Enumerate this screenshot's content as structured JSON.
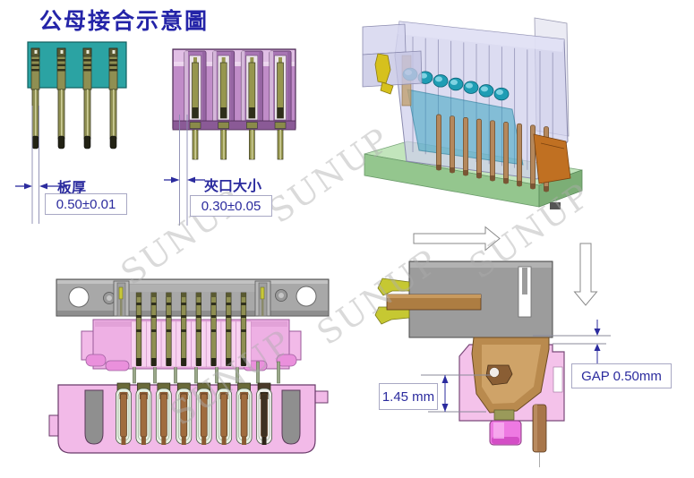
{
  "title": "公母接合示意圖",
  "watermark": {
    "text": "SUNUP"
  },
  "annotations": {
    "board_thickness": {
      "label": "板厚",
      "value": "0.50±0.01"
    },
    "clamp_size": {
      "label": "夾口大小",
      "value": "0.30±0.05"
    },
    "contact_height": {
      "value": "1.45 mm"
    },
    "gap": {
      "value": "GAP 0.50mm"
    }
  },
  "figures": {
    "male_header": {
      "pin_count": 4,
      "body_color": "#2ba3a3",
      "pin_color": "#8f8f52"
    },
    "female_socket": {
      "slot_count": 4,
      "pin_count": 4,
      "body_color": "#c08cc8",
      "contact_color": "#96964e"
    },
    "assembly_3d": {
      "contact_count": 7,
      "pin_count": 9,
      "rib_count": 12,
      "board_color": "#c2e5bc",
      "housing_color": "#cdcdec",
      "contact_color": "#1f9db4",
      "pin_color": "#b5885c"
    },
    "board_assembly_top": {
      "pin_count": 8,
      "bracket_color": "#a8a8a8",
      "housing_color": "#f2bae8"
    },
    "board_assembly_section": {
      "cell_count": 8,
      "through_pin_count": 8
    },
    "mating_section": {
      "housing_color": "#9c9c9c",
      "contact_color": "#ad7d42",
      "socket_color": "#f4c2ea"
    }
  },
  "colors": {
    "accent_text": "#2b2b9e",
    "title": "#2424a8",
    "watermark": "#bdbdbd",
    "box_border": "#a8a8c4"
  }
}
